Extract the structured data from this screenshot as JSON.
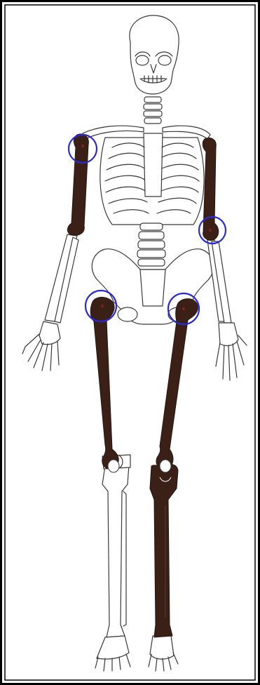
{
  "figure": {
    "colors": {
      "frame": "#000000",
      "bone_outline": "#3a3a3a",
      "bone_fill": "#ffffff",
      "highlight_bone": "#3b2017",
      "circle": "#2a2ad8",
      "marker_text": "#e02020"
    },
    "highlighted_bones": [
      "left-humerus",
      "right-humerus",
      "left-femur",
      "right-femur",
      "left-tibia",
      "left-fibula"
    ],
    "markers": [
      {
        "id": "left-shoulder",
        "label": "x"
      },
      {
        "id": "right-elbow",
        "label": "x"
      },
      {
        "id": "left-hip",
        "label": "x"
      },
      {
        "id": "right-hip",
        "label": "x"
      }
    ]
  }
}
